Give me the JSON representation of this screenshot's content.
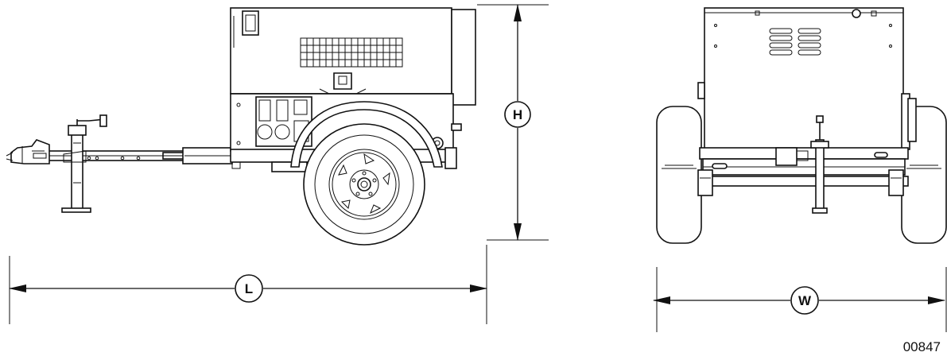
{
  "dimensions": {
    "height_label": "H",
    "length_label": "L",
    "width_label": "W"
  },
  "figure_number": "00847",
  "views": {
    "side": "side-view",
    "rear": "rear-view"
  }
}
